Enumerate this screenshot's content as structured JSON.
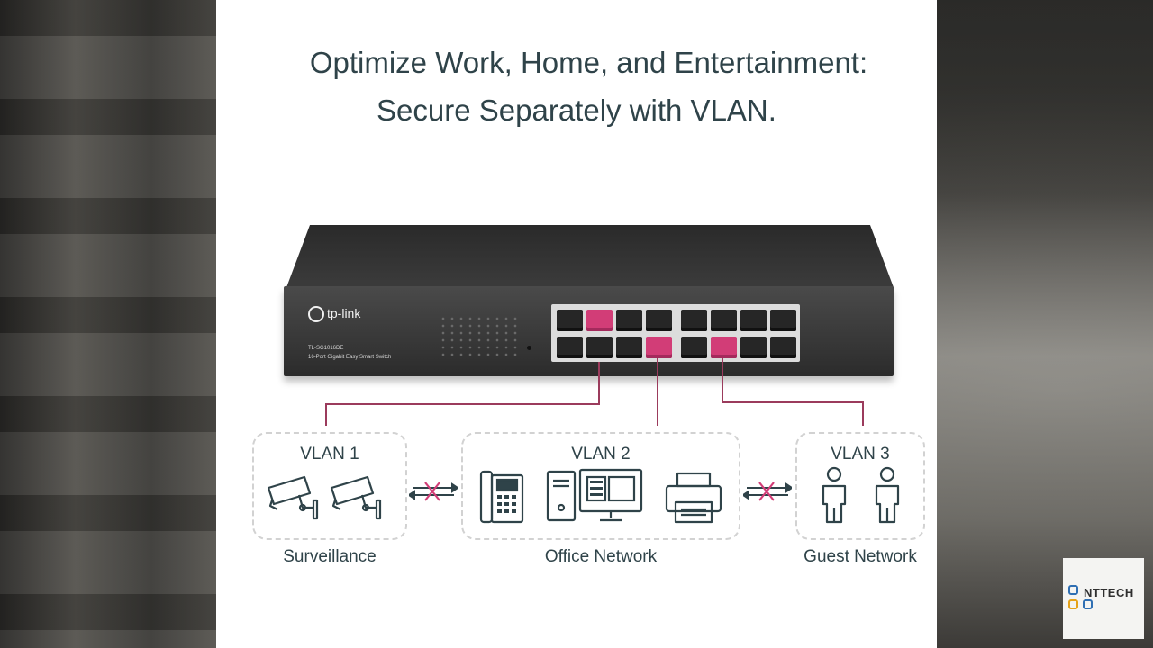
{
  "headline": {
    "line1": "Optimize Work, Home, and Entertainment:",
    "line2": "Secure Separately with VLAN."
  },
  "device": {
    "brand": "tp-link",
    "model": "TL-SG1016DE",
    "description": "16-Port Gigabit Easy Smart Switch"
  },
  "groups": [
    {
      "vlan": "VLAN 1",
      "name": "Surveillance",
      "icons": [
        "security-camera-icon",
        "security-camera-icon"
      ]
    },
    {
      "vlan": "VLAN 2",
      "name": "Office Network",
      "icons": [
        "ip-phone-icon",
        "desktop-computer-icon",
        "printer-icon"
      ]
    },
    {
      "vlan": "VLAN 3",
      "name": "Guest Network",
      "icons": [
        "person-icon",
        "person-icon"
      ]
    }
  ],
  "isolation_icon": "blocked-arrows-icon",
  "colors": {
    "accent": "#d23d77",
    "wire": "#9b3b5c",
    "text": "#2f4349"
  },
  "watermark": {
    "text": "NTTECH"
  }
}
